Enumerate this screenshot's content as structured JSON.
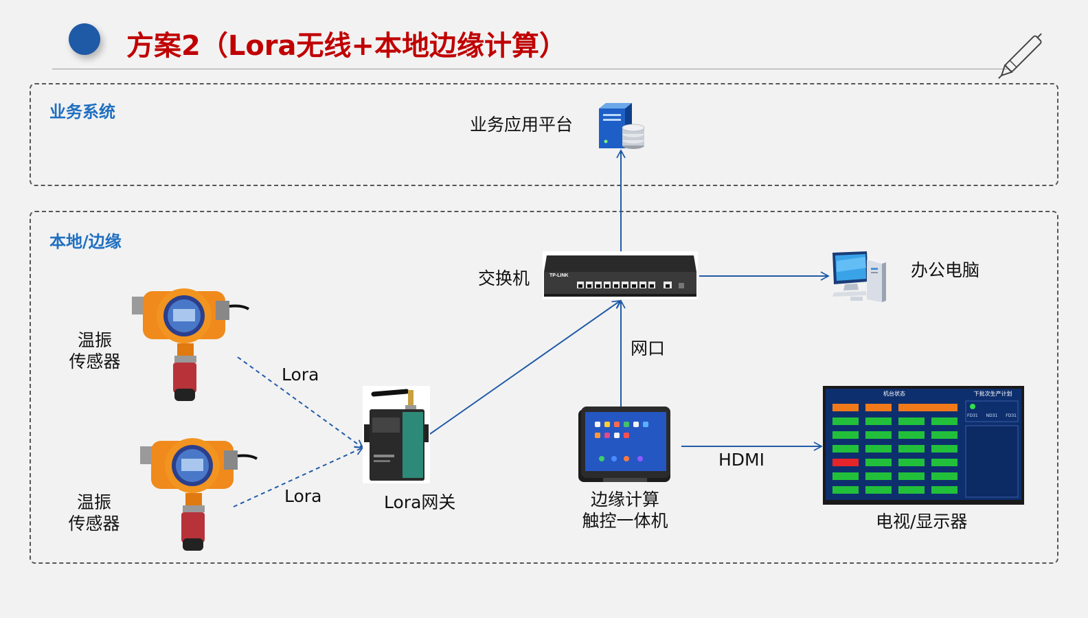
{
  "slide": {
    "title": "方案2（Lora无线+本地边缘计算）",
    "accent_color": "#c00000",
    "dot_color": "#1f5aa6"
  },
  "zones": {
    "business": {
      "label": "业务系统"
    },
    "local": {
      "label": "本地/边缘"
    }
  },
  "nodes": {
    "platform": {
      "label": "业务应用平台",
      "icon": "server-icon"
    },
    "switch": {
      "label": "交换机",
      "icon": "network-switch-icon",
      "brand": "TP-LINK"
    },
    "office_pc": {
      "label": "办公电脑",
      "icon": "desktop-computer-icon"
    },
    "sensor1": {
      "line1": "温振",
      "line2": "传感器",
      "icon": "vibration-sensor-icon"
    },
    "sensor2": {
      "line1": "温振",
      "line2": "传感器",
      "icon": "vibration-sensor-icon"
    },
    "gateway": {
      "label": "Lora网关",
      "icon": "lora-gateway-icon"
    },
    "edge": {
      "line1": "边缘计算",
      "line2": "触控一体机",
      "icon": "touch-tablet-icon"
    },
    "tv": {
      "label": "电视/显示器",
      "icon": "tv-display-icon",
      "screen_header_left": "机台状态",
      "screen_header_right": "下批次生产计划",
      "screen_cols": [
        "FD31",
        "ND31",
        "FD31"
      ]
    }
  },
  "links": {
    "lora1": "Lora",
    "lora2": "Lora",
    "ethernet": "网口",
    "hdmi": "HDMI"
  },
  "colors": {
    "arrow": "#1f5aa6",
    "zone_label": "#1f6fc1",
    "sensor_orange": "#f08a1c",
    "sensor_red": "#b8323a"
  }
}
